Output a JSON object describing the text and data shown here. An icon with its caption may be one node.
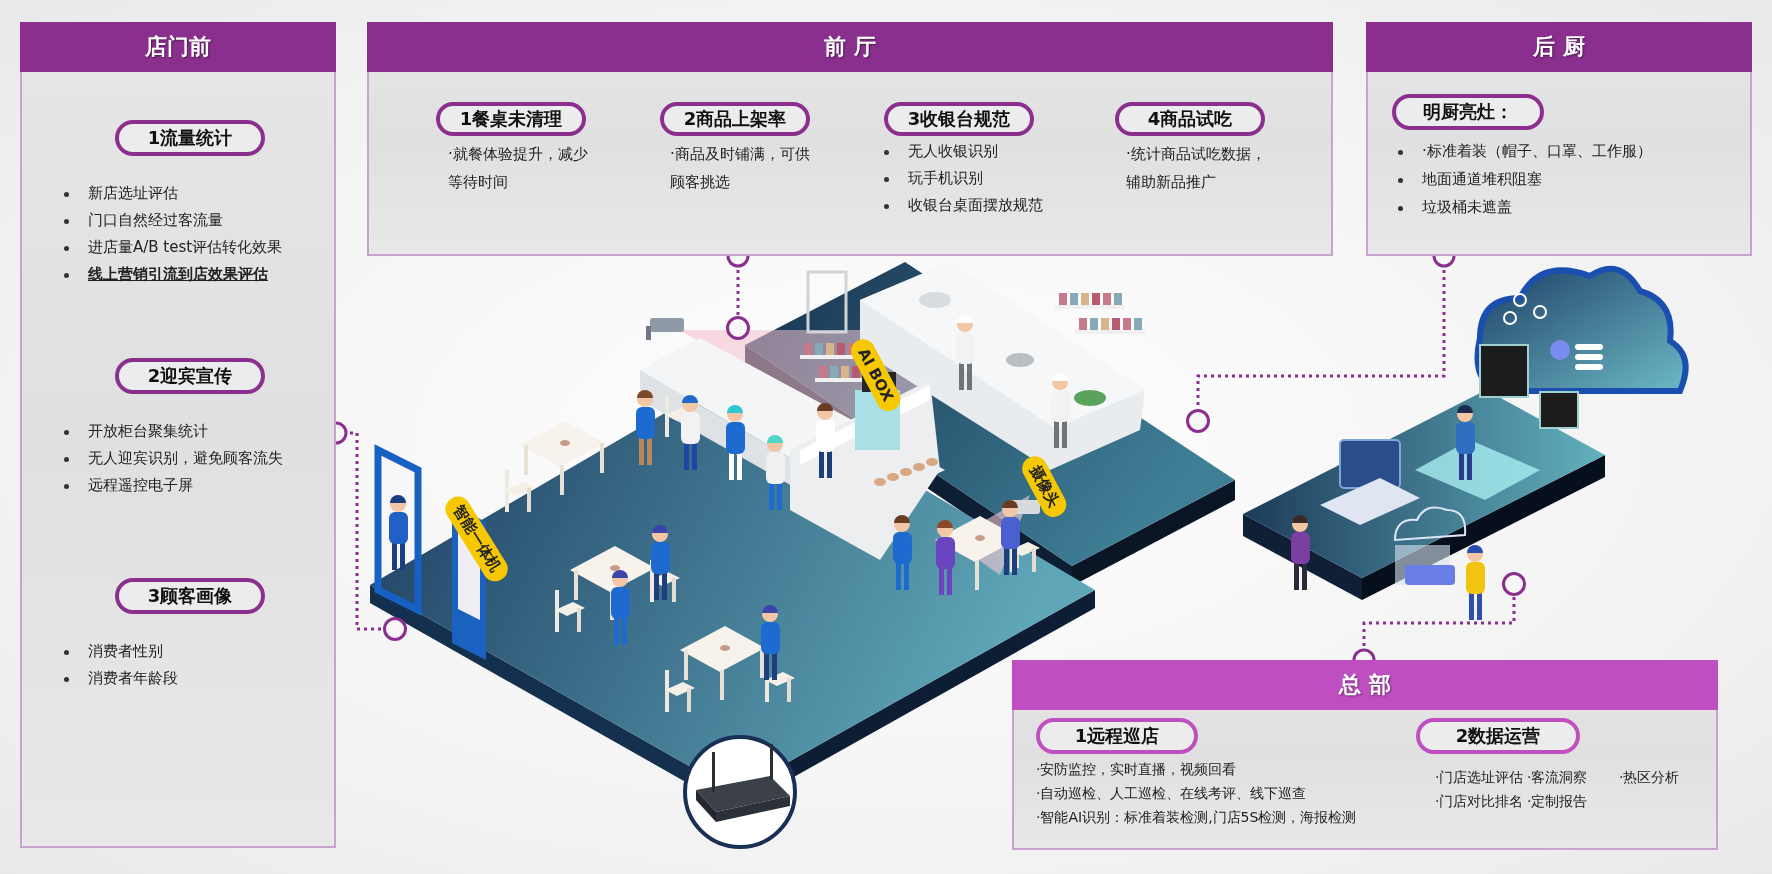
{
  "diagram": {
    "nodes": [
      {
        "text": [
          "店门前"
        ]
      },
      {
        "text": [
          "1流量统计"
        ],
        "in": 0,
        "beside": [
          "新店选址评估",
          "门口自然经过客流量",
          "进店量A/B test评估转化效果",
          "线上营销引流到店效果评估"
        ]
      },
      {
        "text": [
          "2迎宾宣传"
        ],
        "in": 0,
        "beside": [
          "开放柜台聚集统计",
          "无人迎宾识别，避免顾客流失",
          "远程遥控电子屏"
        ]
      },
      {
        "text": [
          "3顾客画像"
        ],
        "in": 0,
        "beside": [
          "消费者性别",
          "消费者年龄段"
        ]
      },
      {
        "text": [
          "前 厅"
        ]
      },
      {
        "text": [
          "1餐桌未清理"
        ],
        "in": 4,
        "beside": [
          "·就餐体验提升，减少等待时间"
        ]
      },
      {
        "text": [
          "2商品上架率"
        ],
        "in": 4,
        "beside": [
          "·商品及时铺满，可供顾客挑选"
        ]
      },
      {
        "text": [
          "3收银台规范"
        ],
        "in": 4,
        "beside": [
          "无人收银识别",
          "玩手机识别",
          "收银台桌面摆放规范"
        ]
      },
      {
        "text": [
          "4商品试吃"
        ],
        "in": 4,
        "beside": [
          "·统计商品试吃数据，辅助新品推广"
        ]
      },
      {
        "text": [
          "后 厨"
        ]
      },
      {
        "text": [
          "明厨亮灶："
        ],
        "in": 9,
        "beside": [
          "·标准着装（帽子、口罩、工作服）",
          "地面通道堆积阻塞",
          "垃圾桶未遮盖"
        ]
      },
      {
        "text": [
          "总 部"
        ]
      },
      {
        "text": [
          "1远程巡店"
        ],
        "in": 11,
        "beside": [
          "·安防监控，实时直播，视频回看",
          "·自动巡检、人工巡检、在线考评、线下巡查",
          "·智能AI识别：标准着装检测,门店5S检测，海报检测"
        ]
      },
      {
        "text": [
          "2数据运营"
        ],
        "in": 11,
        "beside": [
          "·门店选址评估",
          "·客流洞察",
          "·热区分析",
          "·门店对比排名",
          "·定制报告"
        ]
      },
      {
        "text": [],
        "shape": "circle"
      },
      {
        "text": [],
        "shape": "circle"
      },
      {
        "text": [],
        "shape": "circle"
      },
      {
        "text": [],
        "shape": "circle"
      }
    ],
    "edges": [
      {
        "from": 0,
        "to": 17,
        "arrow": "other",
        "style": "dashed"
      },
      {
        "from": 4,
        "to": 14,
        "arrow": "other",
        "style": "dashed"
      },
      {
        "from": 9,
        "to": 15,
        "arrow": "other",
        "style": "dashed"
      },
      {
        "from": 11,
        "to": 16,
        "arrow": "other",
        "style": "dashed"
      }
    ],
    "labels": [
      "AI BOX",
      "摄像头",
      "智能一体机"
    ]
  }
}
